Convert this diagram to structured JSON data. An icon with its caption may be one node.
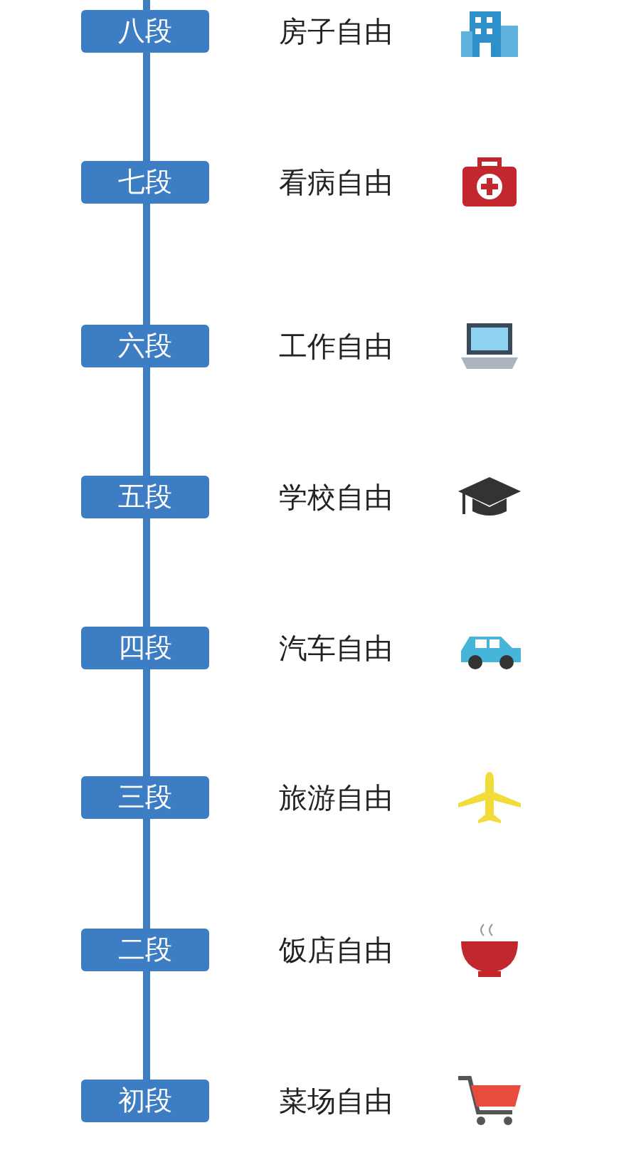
{
  "diagram": {
    "nodes": [
      {
        "text": [
          "八段"
        ],
        "beside": [
          "房子自由"
        ]
      },
      {
        "text": [
          "七段"
        ],
        "beside": [
          "看病自由"
        ]
      },
      {
        "text": [
          "六段"
        ],
        "beside": [
          "工作自由"
        ]
      },
      {
        "text": [
          "五段"
        ],
        "beside": [
          "学校自由"
        ]
      },
      {
        "text": [
          "四段"
        ],
        "beside": [
          "汽车自由"
        ]
      },
      {
        "text": [
          "三段"
        ],
        "beside": [
          "旅游自由"
        ]
      },
      {
        "text": [
          "二段"
        ],
        "beside": [
          "饭店自由"
        ]
      },
      {
        "text": [
          "初段"
        ],
        "beside": [
          "菜场自由"
        ]
      }
    ],
    "edges": [
      {
        "from": null,
        "to": 0,
        "arrow": "none"
      },
      {
        "from": 0,
        "to": 1,
        "arrow": "none"
      },
      {
        "from": 1,
        "to": 2,
        "arrow": "none"
      },
      {
        "from": 2,
        "to": 3,
        "arrow": "none"
      },
      {
        "from": 3,
        "to": 4,
        "arrow": "none"
      },
      {
        "from": 4,
        "to": 5,
        "arrow": "none"
      },
      {
        "from": 5,
        "to": 6,
        "arrow": "none"
      },
      {
        "from": 6,
        "to": 7,
        "arrow": "none"
      }
    ]
  }
}
